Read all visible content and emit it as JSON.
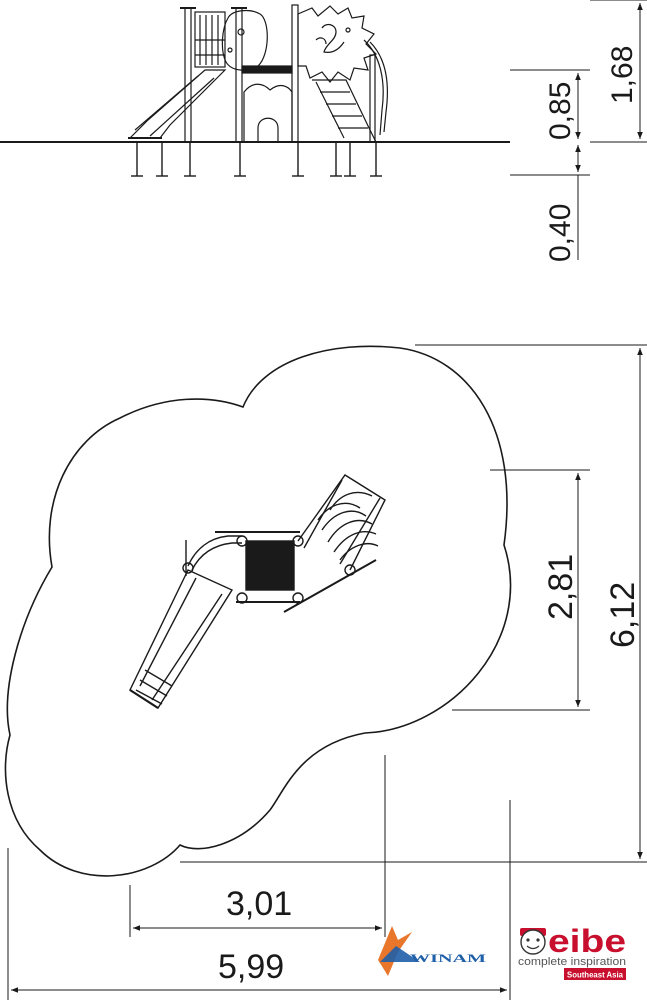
{
  "elevation": {
    "dims": {
      "total_height": "1,68",
      "platform_height": "0,85",
      "foundation_depth": "0,40"
    }
  },
  "plan": {
    "dims": {
      "total_depth": "6,12",
      "equipment_depth": "2,81",
      "equipment_width": "3,01",
      "total_width": "5,99"
    }
  },
  "logos": {
    "winam": {
      "text": "WINAM",
      "color": "#1f5fa8"
    },
    "eibe": {
      "brand": "eibe",
      "tagline": "complete inspiration",
      "region": "Southeast Asia",
      "color": "#c8102e"
    }
  }
}
